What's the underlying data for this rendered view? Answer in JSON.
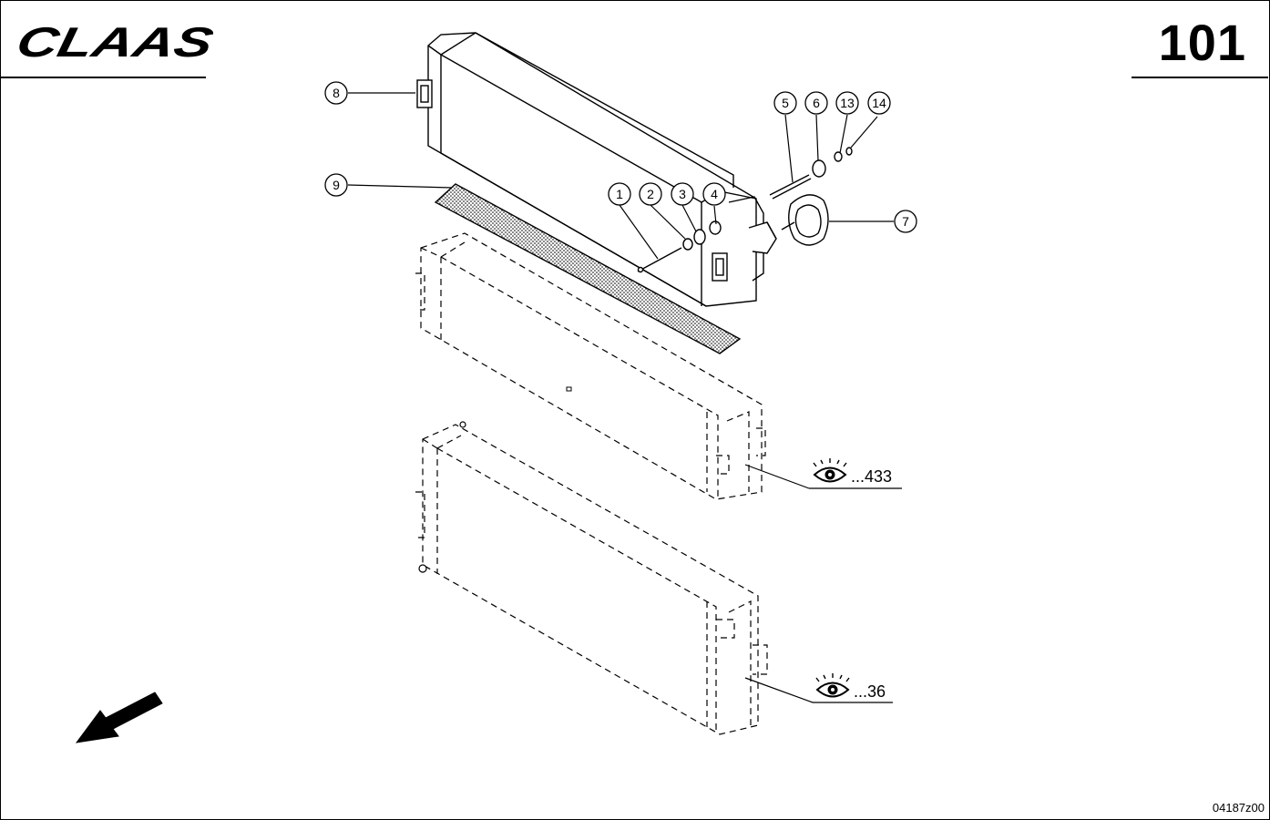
{
  "header": {
    "brand": "CLAAS",
    "page_number": "101"
  },
  "callouts": [
    {
      "label": "8"
    },
    {
      "label": "9"
    },
    {
      "label": "1"
    },
    {
      "label": "2"
    },
    {
      "label": "3"
    },
    {
      "label": "4"
    },
    {
      "label": "5"
    },
    {
      "label": "6"
    },
    {
      "label": "13"
    },
    {
      "label": "14"
    },
    {
      "label": "7"
    }
  ],
  "references": [
    {
      "text": "...433",
      "icon": "eye-icon"
    },
    {
      "text": "...36",
      "icon": "eye-icon"
    }
  ],
  "footer": {
    "drawing_code": "04187z00"
  },
  "colors": {
    "ink": "#000000",
    "paper": "#ffffff"
  }
}
